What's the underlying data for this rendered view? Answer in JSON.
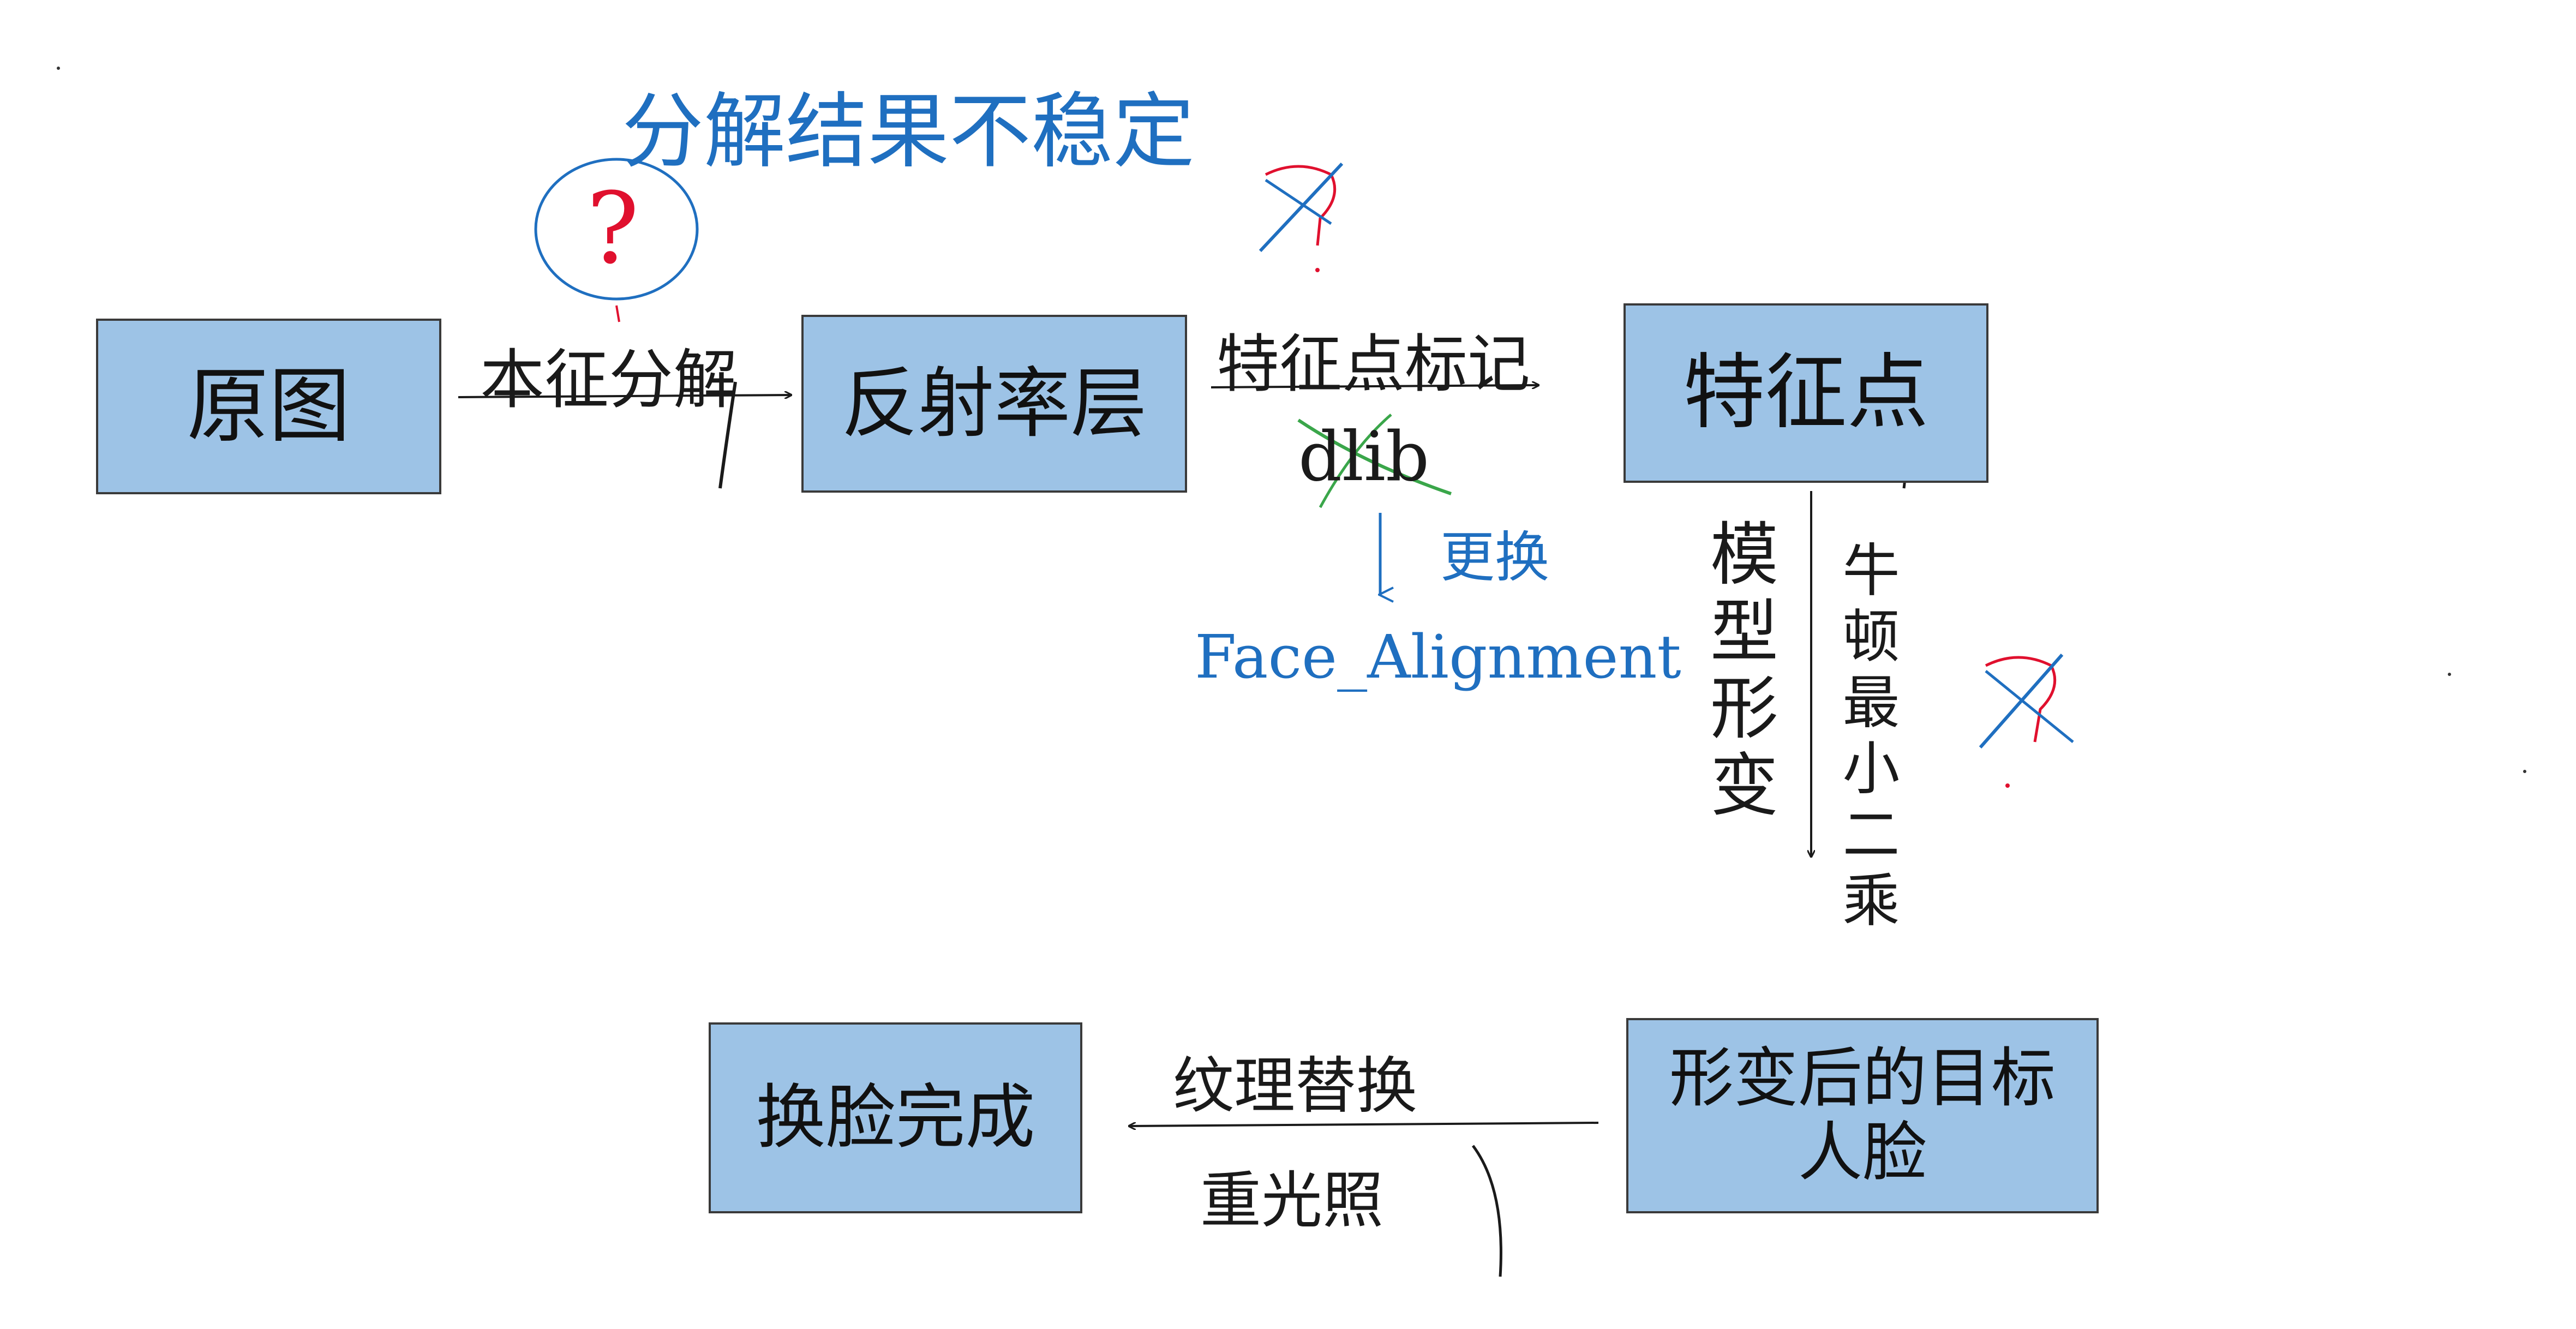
{
  "colors": {
    "box_fill": "#9dc3e6",
    "box_border": "#3a3a3a",
    "ink_black": "#1a1a1a",
    "ink_blue": "#1f6fc0",
    "ink_red": "#e0102e",
    "ink_green": "#3aa64a"
  },
  "nodes": {
    "original": "原图",
    "reflectance": "反射率层",
    "landmarks": "特征点",
    "warped_face_line1": "形变后的目标",
    "warped_face_line2": "人脸",
    "swap_done": "换脸完成"
  },
  "edges": {
    "intrinsic_decomposition": "本征分解",
    "landmark_labeling": "特征点标记",
    "dlib": "dlib",
    "replace_with": "更换",
    "face_alignment": "Face_Alignment",
    "model_deformation": "模型形变",
    "newton_least_squares": "牛顿最小二乘",
    "texture_replace": "纹理替换",
    "relighting": "重光照"
  },
  "annotations": {
    "unstable_result": "分解结果不稳定",
    "question_mark": "?"
  },
  "icons": [
    "question-circle-icon",
    "crossed-question-icon",
    "arrow-icon"
  ]
}
